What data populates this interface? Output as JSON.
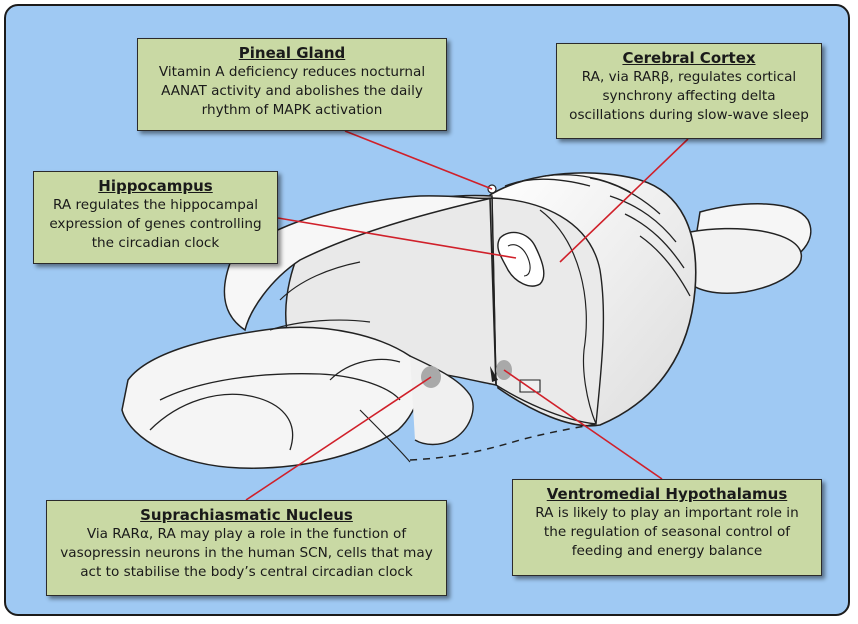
{
  "callouts": {
    "pineal": {
      "title": "Pineal Gland",
      "lines": [
        "Vitamin A deficiency reduces nocturnal",
        "AANAT activity and abolishes the daily",
        "rhythm of MAPK activation"
      ]
    },
    "cortex": {
      "title": "Cerebral Cortex",
      "lines": [
        "RA, via RARβ, regulates cortical",
        "synchrony affecting delta",
        "oscillations during slow-wave sleep"
      ]
    },
    "hippocampus": {
      "title": "Hippocampus",
      "lines": [
        "RA regulates the hippocampal",
        "expression of genes controlling",
        "the circadian clock"
      ]
    },
    "scn": {
      "title": "Suprachiasmatic Nucleus",
      "lines": [
        "Via RARα, RA may play a role in the function of",
        "vasopressin neurons in the human SCN, cells that may",
        "act to stabilise the body’s central circadian clock"
      ]
    },
    "vmh": {
      "title": "Ventromedial Hypothalamus",
      "lines": [
        "RA is likely to play an important role in",
        "the regulation of seasonal control of",
        "feeding and energy balance"
      ]
    }
  },
  "colors": {
    "background": "#9fc9f3",
    "callout_fill": "#c9d9a4",
    "leader_line": "#d0202a",
    "brain_fill": "#f4f4f4",
    "brain_section": "#e8e8e8",
    "nucleus_marker": "#a9a9a9"
  }
}
